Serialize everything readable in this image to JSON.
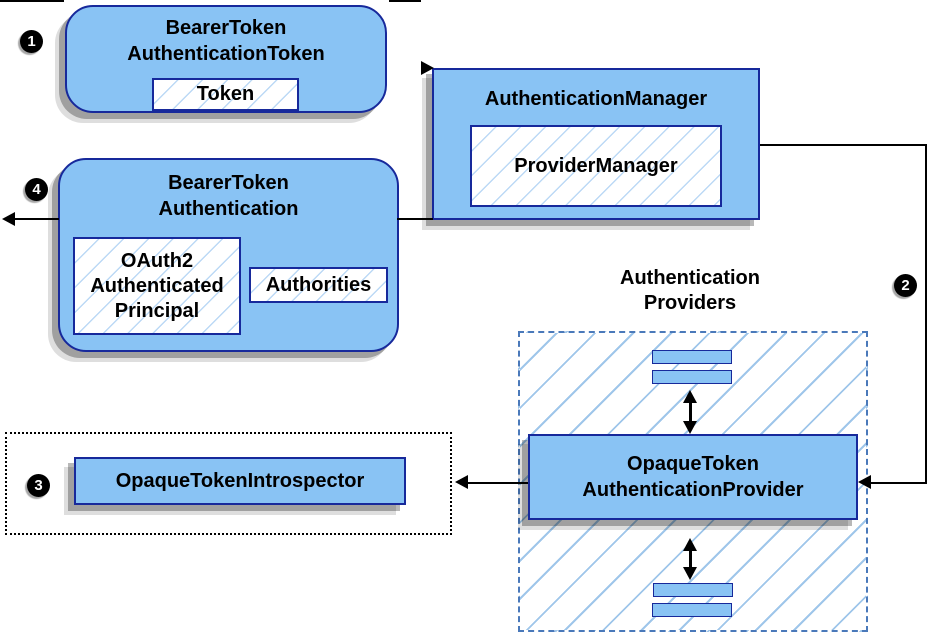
{
  "colors": {
    "box_fill": "#89c3f4",
    "box_border": "#17299b",
    "hatch_light": "#bcd9f5",
    "hatch_region": "#9fc6ea",
    "region_border": "#4a79ba"
  },
  "steps": [
    {
      "label": "1"
    },
    {
      "label": "2"
    },
    {
      "label": "3"
    },
    {
      "label": "4"
    }
  ],
  "boxes": {
    "bearer_token_authentication_token": {
      "title": "BearerToken\nAuthenticationToken",
      "token": "Token"
    },
    "authentication_manager": {
      "title": "AuthenticationManager",
      "inner": "ProviderManager"
    },
    "bearer_token_authentication": {
      "title": "BearerToken\nAuthentication",
      "principal": "OAuth2\nAuthenticated\nPrincipal",
      "authorities": "Authorities"
    },
    "opaque_token_authentication_provider": {
      "title": "OpaqueToken\nAuthenticationProvider"
    },
    "opaque_token_introspector": {
      "title": "OpaqueTokenIntrospector"
    }
  },
  "labels": {
    "providers_heading": "Authentication\nProviders"
  }
}
